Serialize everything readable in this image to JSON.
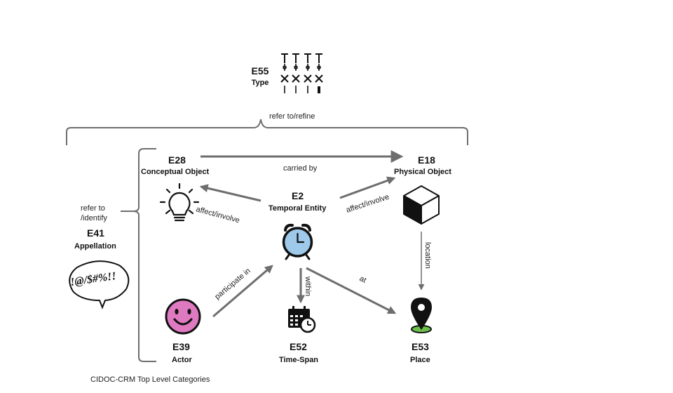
{
  "nodes": {
    "type": {
      "code": "E55",
      "name": "Type"
    },
    "conceptual": {
      "code": "E28",
      "name": "Conceptual Object"
    },
    "physical": {
      "code": "E18",
      "name": "Physical Object"
    },
    "temporal": {
      "code": "E2",
      "name": "Temporal Entity"
    },
    "appellation": {
      "code": "E41",
      "name": "Appellation"
    },
    "actor": {
      "code": "E39",
      "name": "Actor"
    },
    "timespan": {
      "code": "E52",
      "name": "Time-Span"
    },
    "place": {
      "code": "E53",
      "name": "Place"
    }
  },
  "relations": {
    "refer_refine": "refer to/refine",
    "carried_by": "carried by",
    "affect_involve_left": "affect/involve",
    "affect_involve_right": "affect/involve",
    "refer_identify_1": "refer to",
    "refer_identify_2": "/identify",
    "location": "location",
    "participate_in": "participate in",
    "within": "within",
    "at": "at"
  },
  "speech_bubble_text": "!@/$#%!!",
  "caption": "CIDOC-CRM Top Level Categories",
  "colors": {
    "arrow": "#6e6e6e",
    "clock_face": "#9ec9ea",
    "smiley": "#e07ac0",
    "pin_ground": "#6cc04a"
  },
  "icons": [
    "tools-icon",
    "lightbulb-icon",
    "cube-icon",
    "alarm-clock-icon",
    "speech-bubble-icon",
    "smiley-icon",
    "calendar-clock-icon",
    "map-pin-icon"
  ]
}
